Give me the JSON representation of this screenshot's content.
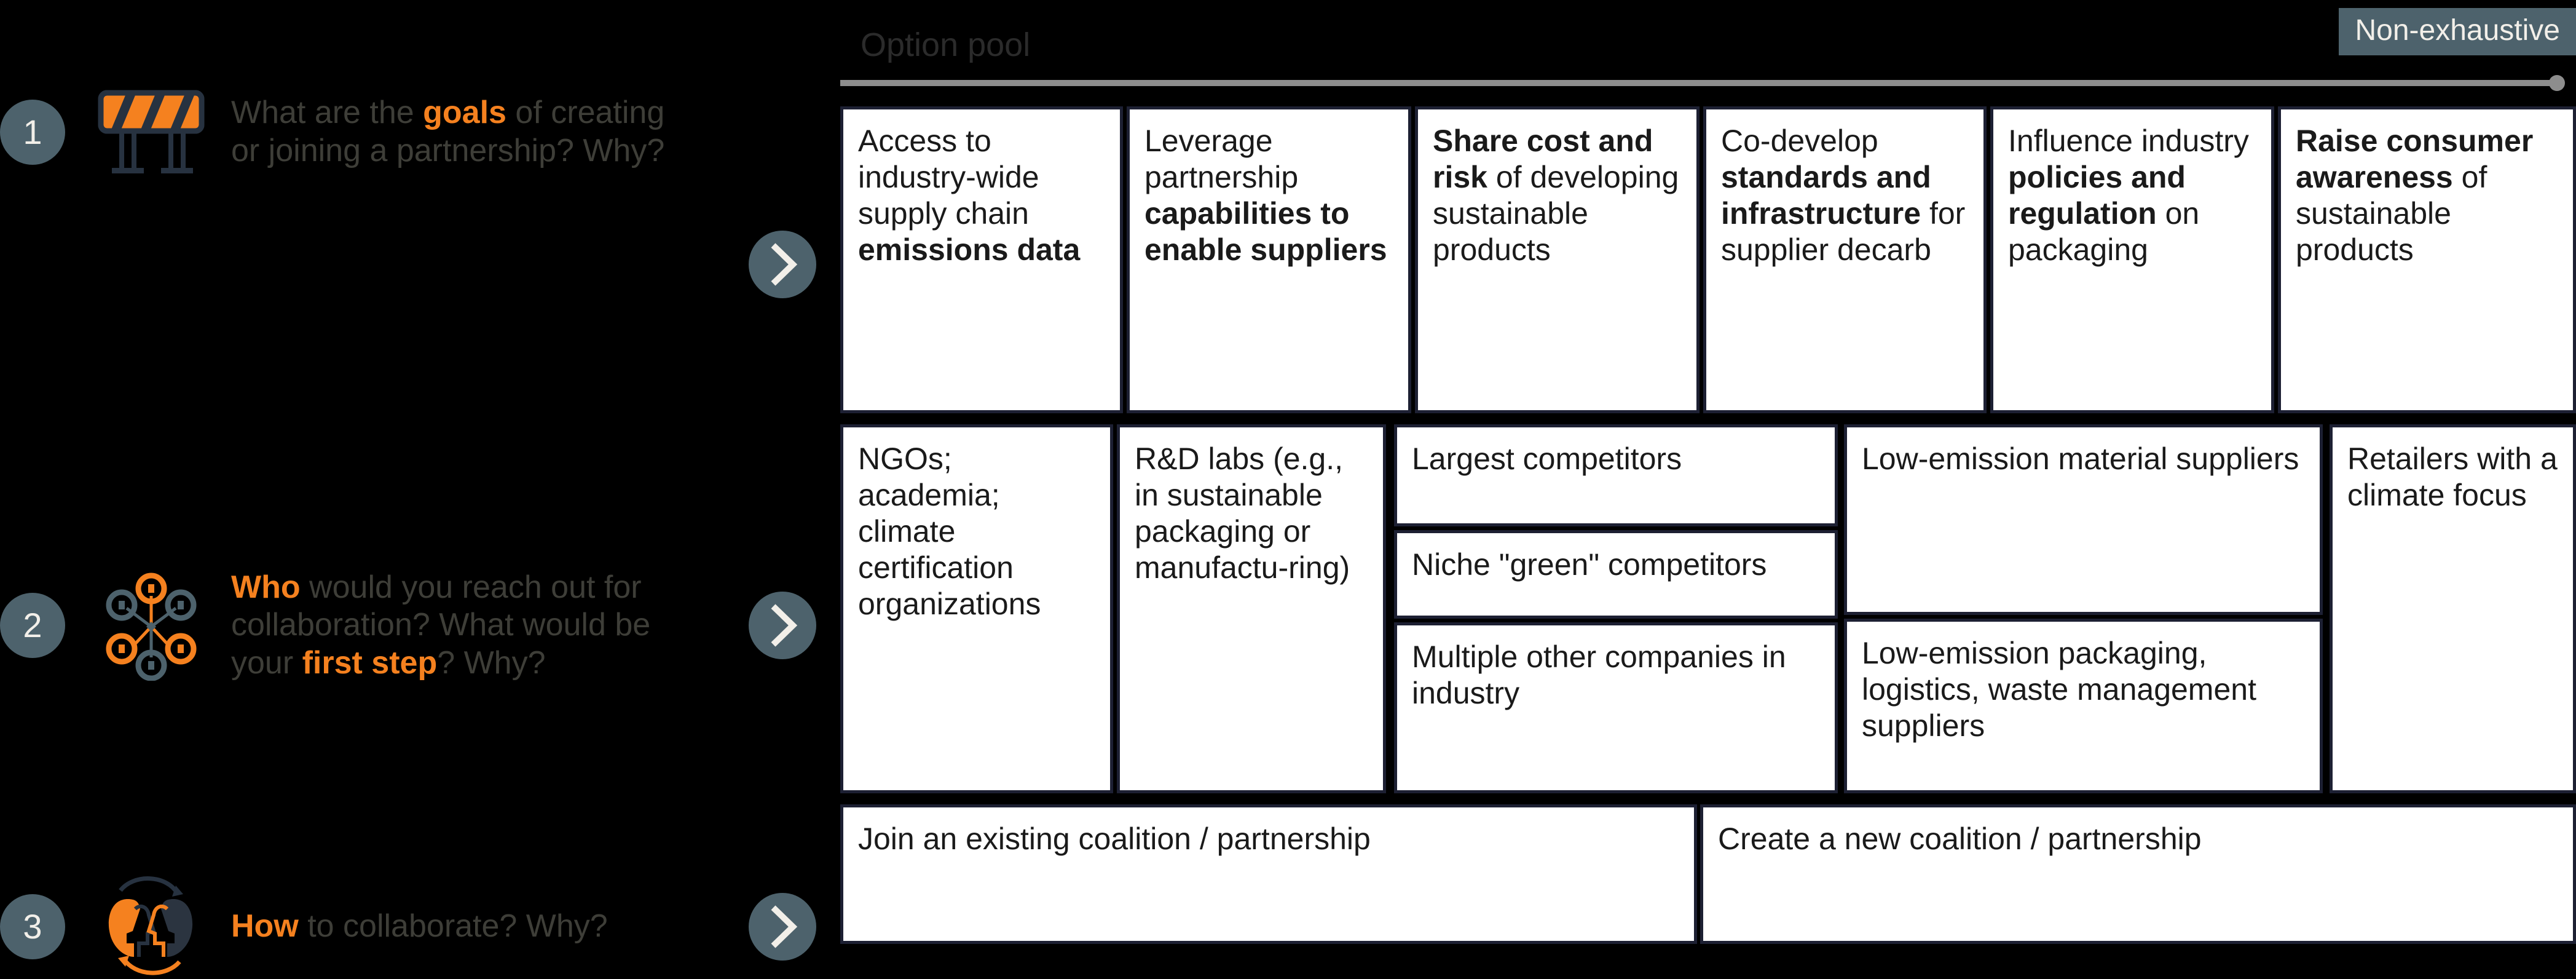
{
  "header": {
    "pool_label": "Option pool",
    "badge": "Non-exhaustive"
  },
  "colors": {
    "accent_orange": "#f5811f",
    "slate": "#4d626c",
    "border_navy": "#1d2033",
    "background": "#000000",
    "text_gray": "#3e3e38",
    "rule_gray": "#8d8d8d"
  },
  "steps": [
    {
      "number": "1",
      "icon": "road-barricade-icon",
      "question_parts": [
        {
          "text": "What are the ",
          "bold": false
        },
        {
          "text": "goals",
          "bold": true
        },
        {
          "text": " of creating or joining a partnership? Why?",
          "bold": false
        }
      ],
      "chevron": "chevron-right-icon"
    },
    {
      "number": "2",
      "icon": "network-nodes-icon",
      "question_parts": [
        {
          "text": "Who",
          "bold": true
        },
        {
          "text": " would you reach out for collaboration? What would be your ",
          "bold": false
        },
        {
          "text": "first step",
          "bold": true
        },
        {
          "text": "? Why?",
          "bold": false
        }
      ],
      "chevron": "chevron-right-icon"
    },
    {
      "number": "3",
      "icon": "two-heads-collaboration-icon",
      "question_parts": [
        {
          "text": "How",
          "bold": true
        },
        {
          "text": " to collaborate? Why?",
          "bold": false
        }
      ],
      "chevron": "chevron-right-icon"
    }
  ],
  "rows": [
    {
      "row_name": "goals-options",
      "cells": [
        {
          "parts": [
            {
              "text": "Access to industry-wide supply chain ",
              "bold": false
            },
            {
              "text": "emissions data",
              "bold": true
            }
          ]
        },
        {
          "parts": [
            {
              "text": "Leverage partnership ",
              "bold": false
            },
            {
              "text": "capabilities to enable suppliers",
              "bold": true
            }
          ]
        },
        {
          "parts": [
            {
              "text": "Share cost and risk",
              "bold": true
            },
            {
              "text": " of developing sustainable products",
              "bold": false
            }
          ]
        },
        {
          "parts": [
            {
              "text": "Co-develop ",
              "bold": false
            },
            {
              "text": "standards and infrastructure",
              "bold": true
            },
            {
              "text": " for supplier decarb",
              "bold": false
            }
          ]
        },
        {
          "parts": [
            {
              "text": "Influence industry ",
              "bold": false
            },
            {
              "text": "policies and regulation",
              "bold": true
            },
            {
              "text": " on packaging",
              "bold": false
            }
          ]
        },
        {
          "parts": [
            {
              "text": "Raise consumer awareness",
              "bold": true
            },
            {
              "text": " of sustainable products",
              "bold": false
            }
          ]
        }
      ]
    },
    {
      "row_name": "who-options",
      "cells": [
        {
          "parts": [
            {
              "text": "NGOs; academia; climate certification organizations",
              "bold": false
            }
          ]
        },
        {
          "parts": [
            {
              "text": "R&D labs (e.g., in sustainable packaging or manufactu-ring)",
              "bold": false
            }
          ]
        },
        {
          "parts": [
            {
              "text": "Largest competitors",
              "bold": false
            }
          ]
        },
        {
          "parts": [
            {
              "text": "Niche \"green\" competitors",
              "bold": false
            }
          ]
        },
        {
          "parts": [
            {
              "text": "Multiple other companies in industry",
              "bold": false
            }
          ]
        },
        {
          "parts": [
            {
              "text": "Low-emission material suppliers",
              "bold": false
            }
          ]
        },
        {
          "parts": [
            {
              "text": "Low-emission packaging, logistics, waste management suppliers",
              "bold": false
            }
          ]
        },
        {
          "parts": [
            {
              "text": "Retailers with a climate focus",
              "bold": false
            }
          ]
        }
      ]
    },
    {
      "row_name": "how-options",
      "cells": [
        {
          "parts": [
            {
              "text": "Join an existing coalition / partnership",
              "bold": false
            }
          ]
        },
        {
          "parts": [
            {
              "text": "Create a new coalition / partnership",
              "bold": false
            }
          ]
        }
      ]
    }
  ]
}
